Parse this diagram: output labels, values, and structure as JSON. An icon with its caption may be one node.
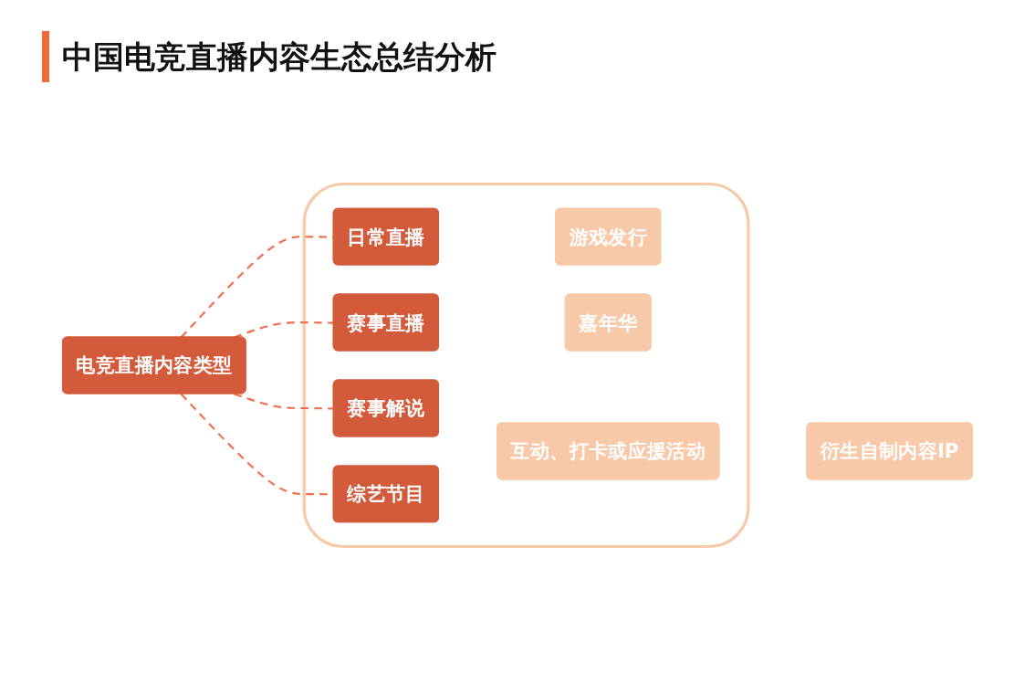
{
  "diagram": {
    "title": "中国电竞直播内容生态总结分析",
    "nodes": [
      {
        "text": [
          "电竞直播内容类型"
        ]
      },
      {
        "text": [],
        "shape": "box"
      },
      {
        "text": [
          "日常直播"
        ],
        "in": 1
      },
      {
        "text": [
          "游戏发行"
        ],
        "in": 1
      },
      {
        "text": [
          "赛事直播"
        ],
        "in": 1
      },
      {
        "text": [
          "嘉年华"
        ],
        "in": 1
      },
      {
        "text": [
          "赛事解说"
        ],
        "in": 1
      },
      {
        "text": [
          "互动、打卡或应援活动"
        ],
        "in": 1
      },
      {
        "text": [
          "综艺节目"
        ],
        "in": 1
      },
      {
        "text": [
          "衍生自制内容IP"
        ]
      }
    ],
    "edges": [
      {
        "from": 0,
        "to": 2,
        "arrow": "none",
        "style": "dashed",
        "color": "#f26b4b"
      },
      {
        "from": 0,
        "to": 4,
        "arrow": "none",
        "style": "dashed",
        "color": "#f26b4b"
      },
      {
        "from": 0,
        "to": 6,
        "arrow": "none",
        "style": "dashed",
        "color": "#f26b4b"
      },
      {
        "from": 0,
        "to": 8,
        "arrow": "none",
        "style": "dashed",
        "color": "#f26b4b"
      }
    ]
  }
}
